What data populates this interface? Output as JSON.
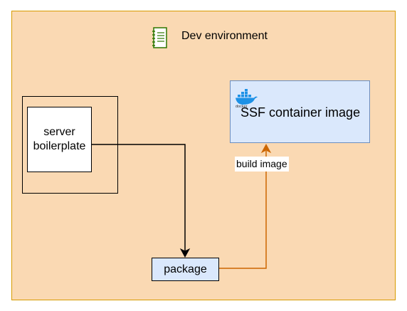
{
  "container": {
    "label": "Dev environment",
    "fill": "#fad9b3",
    "stroke": "#d79b00",
    "icon": "notebook-icon"
  },
  "nodes": {
    "server": {
      "label": "server boilerplate"
    },
    "image": {
      "label": "SSF container image",
      "icon": "docker-icon",
      "icon_text": "docker",
      "fill": "#dae8fc",
      "stroke": "#6c8ebf"
    },
    "package": {
      "label": "package",
      "fill": "#dae8fc"
    }
  },
  "edges": [
    {
      "from": "server",
      "to": "package",
      "label": "",
      "color": "#000000"
    },
    {
      "from": "package",
      "to": "image",
      "label": "build image",
      "color": "#cc6600"
    }
  ]
}
